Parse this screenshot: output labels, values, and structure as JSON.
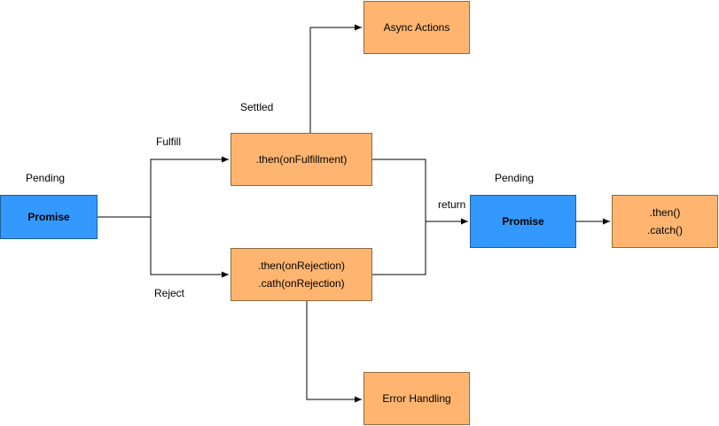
{
  "nodes": {
    "promise_left": {
      "label": "Promise"
    },
    "then_fulfillment": {
      "label": ".then(onFulfillment)"
    },
    "rejection": {
      "lines": [
        ".then(onRejection)",
        ".cath(onRejection)"
      ]
    },
    "async_actions": {
      "label": "Async Actions"
    },
    "error_handling": {
      "label": "Error Handling"
    },
    "promise_right": {
      "label": "Promise"
    },
    "then_catch": {
      "lines": [
        ".then()",
        ".catch()"
      ]
    }
  },
  "labels": {
    "pending_left": "Pending",
    "settled": "Settled",
    "fulfill": "Fulfill",
    "reject": "Reject",
    "return": "return",
    "pending_right": "Pending"
  },
  "colors": {
    "promise_fill": "#3399ff",
    "action_fill": "#ffb570",
    "edge": "#000000"
  }
}
